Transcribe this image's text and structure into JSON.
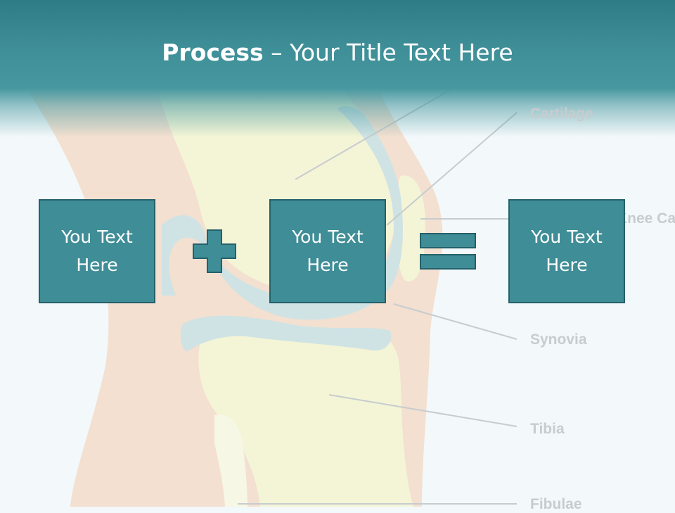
{
  "title": {
    "bold": "Process",
    "rest": " – Your Title Text Here"
  },
  "boxes": [
    "You Text Here",
    "You Text Here",
    "You Text Here"
  ],
  "operators": [
    "plus-icon",
    "equals-icon"
  ],
  "labels": {
    "cartilage": "Cartilage",
    "kneecap": "(Knee Cap)",
    "synovia": "Synovia",
    "tibia": "Tibia",
    "fibulae": "Fibulae"
  },
  "colors": {
    "title_bar": "#3f8f98",
    "box_fill": "#3f8d96",
    "box_border": "#24616a",
    "label_text": "#c7cccf"
  }
}
